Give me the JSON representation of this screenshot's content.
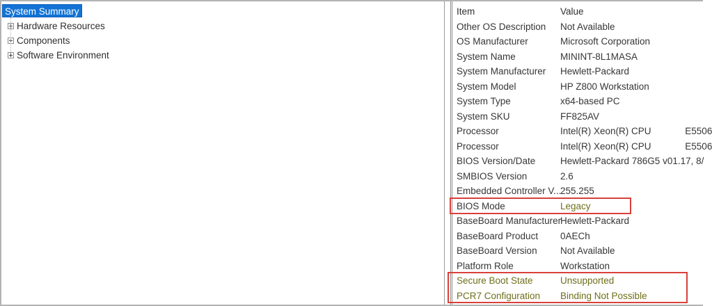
{
  "tree": {
    "selected_label": "System Summary",
    "items": [
      {
        "label": "Hardware Resources"
      },
      {
        "label": "Components"
      },
      {
        "label": "Software Environment"
      }
    ],
    "selection_color": "#1273d4"
  },
  "table": {
    "columns": [
      "Item",
      "Value"
    ],
    "rows": [
      {
        "item": "Other OS Description",
        "value": "Not Available"
      },
      {
        "item": "OS Manufacturer",
        "value": "Microsoft Corporation"
      },
      {
        "item": "System Name",
        "value": "MININT-8L1MASA"
      },
      {
        "item": "System Manufacturer",
        "value": "Hewlett-Packard"
      },
      {
        "item": "System Model",
        "value": "HP Z800 Workstation"
      },
      {
        "item": "System Type",
        "value": "x64-based PC"
      },
      {
        "item": "System SKU",
        "value": "FF825AV"
      },
      {
        "item": "Processor",
        "value": "Intel(R) Xeon(R) CPU             E5506"
      },
      {
        "item": "Processor",
        "value": "Intel(R) Xeon(R) CPU             E5506"
      },
      {
        "item": "BIOS Version/Date",
        "value": "Hewlett-Packard 786G5 v01.17, 8/"
      },
      {
        "item": "SMBIOS Version",
        "value": "2.6"
      },
      {
        "item": "Embedded Controller V...",
        "value": "255.255"
      },
      {
        "item": "BIOS Mode",
        "value": "Legacy",
        "value_highlight": true
      },
      {
        "item": "BaseBoard Manufacturer",
        "value": "Hewlett-Packard"
      },
      {
        "item": "BaseBoard Product",
        "value": "0AECh"
      },
      {
        "item": "BaseBoard Version",
        "value": "Not Available"
      },
      {
        "item": "Platform Role",
        "value": "Workstation"
      },
      {
        "item": "Secure Boot State",
        "value": "Unsupported",
        "row_highlight": true
      },
      {
        "item": "PCR7 Configuration",
        "value": "Binding Not Possible",
        "row_highlight": true
      }
    ]
  },
  "annotations": {
    "box_color": "#d9403a",
    "highlight_text_color": "#6e6e1a",
    "boxes": [
      {
        "name": "bios-mode-highlight-box"
      },
      {
        "name": "secure-boot-highlight-box"
      }
    ]
  }
}
